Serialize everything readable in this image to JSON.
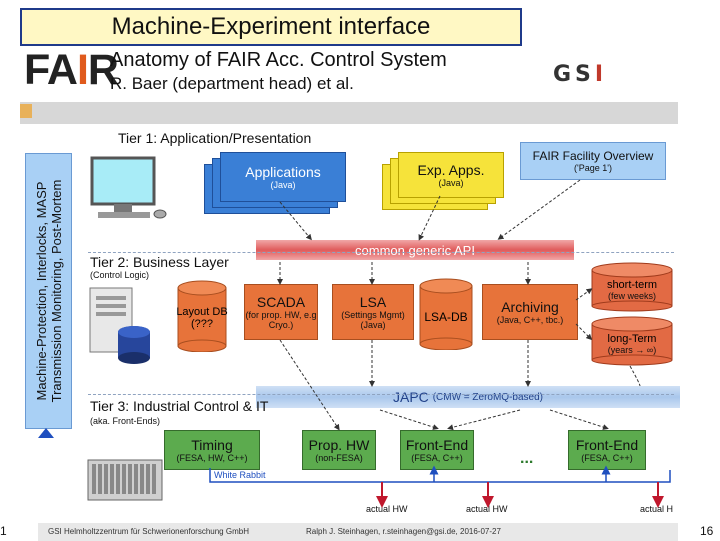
{
  "header": {
    "title": "Machine-Experiment interface",
    "subtitle": "Anatomy of FAIR Acc. Control System",
    "authors": "R. Baer (department head) et al."
  },
  "logos": {
    "fair": "FAIR",
    "gsi": "GSI"
  },
  "tiers": {
    "t1": "Tier 1: Application/Presentation",
    "t2": "Tier 2: Business Layer",
    "t2_sub": "(Control Logic)",
    "t3": "Tier 3: Industrial Control & IT",
    "t3_sub": "(aka. Front-Ends)"
  },
  "tier1": {
    "applications": "Applications",
    "applications_sub": "(Java)",
    "exp_apps": "Exp. Apps.",
    "exp_apps_sub": "(Java)",
    "facility": "FAIR Facility Overview",
    "facility_sub": "('Page 1')"
  },
  "api": {
    "label": "common generic API"
  },
  "tier2": {
    "layout_db": "Layout DB",
    "layout_db_sub": "(???",
    "scada": "SCADA",
    "scada_sub": "(for prop. HW, e.g Cryo.)",
    "lsa": "LSA",
    "lsa_sub": "(Settings Mgmt) (Java)",
    "lsa_db": "LSA-DB",
    "archiving": "Archiving",
    "archiving_sub": "(Java, C++, tbc.)",
    "short_term": "short-term",
    "short_term_sub": "(few weeks)",
    "long_term": "long-Term",
    "long_term_sub": "(years → ∞)"
  },
  "japc": {
    "label": "JAPC",
    "sub": "(CMW = ZeroMQ-based)"
  },
  "tier3": {
    "timing": "Timing",
    "timing_sub": "(FESA, HW, C++)",
    "prop_hw": "Prop. HW",
    "prop_hw_sub": "(non-FESA)",
    "frontend1": "Front-End",
    "frontend1_sub": "(FESA, C++)",
    "dots": "...",
    "frontend2": "Front-End",
    "frontend2_sub": "(FESA, C++)",
    "white_rabbit": "White Rabbit",
    "actual_hw_1": "actual HW",
    "actual_hw_2": "actual HW",
    "actual_hw_3": "actual H"
  },
  "sidebar": {
    "line1": "Machine-Protection, Interlocks, MASP",
    "line2": "Transmission Monitoring, Post-Mortem"
  },
  "footer": {
    "org": "GSI Helmholtzzentrum für Schwerionenforschung GmbH",
    "author": "Ralph J. Steinhagen, r.steinhagen@gsi.de, 2016-07-27",
    "page": "16",
    "left_num": "1"
  },
  "colors": {
    "app_blue": "#3a7fd6",
    "exp_yellow": "#f6e33a",
    "facility_lightblue": "#a9d0f5",
    "api_red": "#e05b5b",
    "business_orange": "#e7733a",
    "frontend_green": "#5cab4e",
    "arrow_red": "#c0182d",
    "arrow_blue": "#1f4fbf"
  }
}
